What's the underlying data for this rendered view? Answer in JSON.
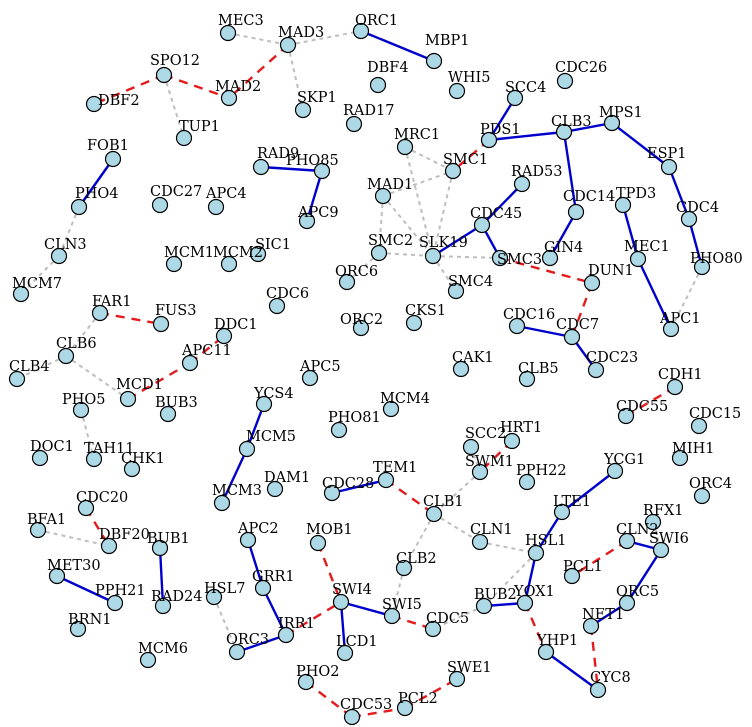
{
  "graph": {
    "type": "network",
    "style": {
      "node_fill": "#add8e6",
      "node_stroke": "#000000",
      "edge_solid_color": "#0000cd",
      "edge_dashed_red_color": "#e41a1c",
      "edge_dotted_gray_color": "#bebebe"
    },
    "nodes": [
      {
        "id": "MEC3",
        "label": "MEC3"
      },
      {
        "id": "MAD3",
        "label": "MAD3"
      },
      {
        "id": "ORC1",
        "label": "ORC1"
      },
      {
        "id": "MBP1",
        "label": "MBP1"
      },
      {
        "id": "SPO12",
        "label": "SPO12"
      },
      {
        "id": "DBF4",
        "label": "DBF4"
      },
      {
        "id": "CDC26",
        "label": "CDC26"
      },
      {
        "id": "MAD2",
        "label": "MAD2"
      },
      {
        "id": "WHI5",
        "label": "WHI5"
      },
      {
        "id": "SCC4",
        "label": "SCC4"
      },
      {
        "id": "DBF2",
        "label": "DBF2"
      },
      {
        "id": "SKP1",
        "label": "SKP1"
      },
      {
        "id": "TUP1",
        "label": "TUP1"
      },
      {
        "id": "RAD17",
        "label": "RAD17"
      },
      {
        "id": "PDS1",
        "label": "PDS1"
      },
      {
        "id": "CLB3",
        "label": "CLB3"
      },
      {
        "id": "MPS1",
        "label": "MPS1"
      },
      {
        "id": "FOB1",
        "label": "FOB1"
      },
      {
        "id": "MRC1",
        "label": "MRC1"
      },
      {
        "id": "RAD9",
        "label": "RAD9"
      },
      {
        "id": "PHO85",
        "label": "PHO85"
      },
      {
        "id": "SMC1",
        "label": "SMC1"
      },
      {
        "id": "ESP1",
        "label": "ESP1"
      },
      {
        "id": "RAD53",
        "label": "RAD53"
      },
      {
        "id": "PHO4",
        "label": "PHO4"
      },
      {
        "id": "CDC27",
        "label": "CDC27"
      },
      {
        "id": "APC4",
        "label": "APC4"
      },
      {
        "id": "MAD1",
        "label": "MAD1"
      },
      {
        "id": "CDC14",
        "label": "CDC14"
      },
      {
        "id": "TPD3",
        "label": "TPD3"
      },
      {
        "id": "CDC45",
        "label": "CDC45"
      },
      {
        "id": "APC9",
        "label": "APC9"
      },
      {
        "id": "CDC4",
        "label": "CDC4"
      },
      {
        "id": "CLN3",
        "label": "CLN3"
      },
      {
        "id": "SIC1",
        "label": "SIC1"
      },
      {
        "id": "SMC2",
        "label": "SMC2"
      },
      {
        "id": "SLK19",
        "label": "SLK19"
      },
      {
        "id": "GIN4",
        "label": "GIN4"
      },
      {
        "id": "MEC1",
        "label": "MEC1"
      },
      {
        "id": "MCM1",
        "label": "MCM1"
      },
      {
        "id": "MCM2",
        "label": "MCM2"
      },
      {
        "id": "SMC3",
        "label": "SMC3"
      },
      {
        "id": "PHO80",
        "label": "PHO80"
      },
      {
        "id": "ORC6",
        "label": "ORC6"
      },
      {
        "id": "DUN1",
        "label": "DUN1"
      },
      {
        "id": "SMC4",
        "label": "SMC4"
      },
      {
        "id": "MCM7",
        "label": "MCM7"
      },
      {
        "id": "CDC6",
        "label": "CDC6"
      },
      {
        "id": "FAR1",
        "label": "FAR1"
      },
      {
        "id": "FUS3",
        "label": "FUS3"
      },
      {
        "id": "CKS1",
        "label": "CKS1"
      },
      {
        "id": "ORC2",
        "label": "ORC2"
      },
      {
        "id": "CDC16",
        "label": "CDC16"
      },
      {
        "id": "APC1",
        "label": "APC1"
      },
      {
        "id": "DDC1",
        "label": "DDC1"
      },
      {
        "id": "CDC7",
        "label": "CDC7"
      },
      {
        "id": "CLB6",
        "label": "CLB6"
      },
      {
        "id": "APC11",
        "label": "APC11"
      },
      {
        "id": "CAK1",
        "label": "CAK1"
      },
      {
        "id": "CDC23",
        "label": "CDC23"
      },
      {
        "id": "CLB4",
        "label": "CLB4"
      },
      {
        "id": "APC5",
        "label": "APC5"
      },
      {
        "id": "CLB5",
        "label": "CLB5"
      },
      {
        "id": "CDH1",
        "label": "CDH1"
      },
      {
        "id": "MCD1",
        "label": "MCD1"
      },
      {
        "id": "YCS4",
        "label": "YCS4"
      },
      {
        "id": "MCM4",
        "label": "MCM4"
      },
      {
        "id": "PHO5",
        "label": "PHO5"
      },
      {
        "id": "BUB3",
        "label": "BUB3"
      },
      {
        "id": "CDC55",
        "label": "CDC55"
      },
      {
        "id": "CDC15",
        "label": "CDC15"
      },
      {
        "id": "PHO81",
        "label": "PHO81"
      },
      {
        "id": "TAH11",
        "label": "TAH11"
      },
      {
        "id": "MCM5",
        "label": "MCM5"
      },
      {
        "id": "SCC2",
        "label": "SCC2"
      },
      {
        "id": "HRT1",
        "label": "HRT1"
      },
      {
        "id": "DOC1",
        "label": "DOC1"
      },
      {
        "id": "MIH1",
        "label": "MIH1"
      },
      {
        "id": "CHK1",
        "label": "CHK1"
      },
      {
        "id": "DAM1",
        "label": "DAM1"
      },
      {
        "id": "SWM1",
        "label": "SWM1"
      },
      {
        "id": "PPH22",
        "label": "PPH22"
      },
      {
        "id": "YCG1",
        "label": "YCG1"
      },
      {
        "id": "ORC4",
        "label": "ORC4"
      },
      {
        "id": "MCM3",
        "label": "MCM3"
      },
      {
        "id": "TEM1",
        "label": "TEM1"
      },
      {
        "id": "CDC28",
        "label": "CDC28"
      },
      {
        "id": "CDC20",
        "label": "CDC20"
      },
      {
        "id": "CLB1",
        "label": "CLB1"
      },
      {
        "id": "LTE1",
        "label": "LTE1"
      },
      {
        "id": "RFX1",
        "label": "RFX1"
      },
      {
        "id": "BFA1",
        "label": "BFA1"
      },
      {
        "id": "DBF20",
        "label": "DBF20"
      },
      {
        "id": "CLN1",
        "label": "CLN1"
      },
      {
        "id": "HSL1",
        "label": "HSL1"
      },
      {
        "id": "CLN2",
        "label": "CLN2"
      },
      {
        "id": "APC2",
        "label": "APC2"
      },
      {
        "id": "BUB1",
        "label": "BUB1"
      },
      {
        "id": "MOB1",
        "label": "MOB1"
      },
      {
        "id": "SWI6",
        "label": "SWI6"
      },
      {
        "id": "CLB2",
        "label": "CLB2"
      },
      {
        "id": "MET30",
        "label": "MET30"
      },
      {
        "id": "GRR1",
        "label": "GRR1"
      },
      {
        "id": "PCL1",
        "label": "PCL1"
      },
      {
        "id": "PPH21",
        "label": "PPH21"
      },
      {
        "id": "HSL7",
        "label": "HSL7"
      },
      {
        "id": "RAD24",
        "label": "RAD24"
      },
      {
        "id": "SWI4",
        "label": "SWI4"
      },
      {
        "id": "SWI5",
        "label": "SWI5"
      },
      {
        "id": "BUB2",
        "label": "BUB2"
      },
      {
        "id": "YOX1",
        "label": "YOX1"
      },
      {
        "id": "ORC5",
        "label": "ORC5"
      },
      {
        "id": "BRN1",
        "label": "BRN1"
      },
      {
        "id": "IRR1",
        "label": "IRR1"
      },
      {
        "id": "CDC5",
        "label": "CDC5"
      },
      {
        "id": "NET1",
        "label": "NET1"
      },
      {
        "id": "MCM6",
        "label": "MCM6"
      },
      {
        "id": "ORC3",
        "label": "ORC3"
      },
      {
        "id": "LCD1",
        "label": "LCD1"
      },
      {
        "id": "YHP1",
        "label": "YHP1"
      },
      {
        "id": "PHO2",
        "label": "PHO2"
      },
      {
        "id": "SWE1",
        "label": "SWE1"
      },
      {
        "id": "CYC8",
        "label": "CYC8"
      },
      {
        "id": "CDC53",
        "label": "CDC53"
      },
      {
        "id": "PCL2",
        "label": "PCL2"
      }
    ],
    "edges": [
      {
        "source": "ORC1",
        "target": "MBP1",
        "style": "solid"
      },
      {
        "source": "SPO12",
        "target": "MAD2",
        "style": "dashed-red"
      },
      {
        "source": "MAD3",
        "target": "MAD2",
        "style": "dashed-red"
      },
      {
        "source": "SPO12",
        "target": "DBF2",
        "style": "dashed-red"
      },
      {
        "source": "MEC3",
        "target": "MAD3",
        "style": "dotted-gray"
      },
      {
        "source": "MAD3",
        "target": "ORC1",
        "style": "dotted-gray"
      },
      {
        "source": "MAD3",
        "target": "SKP1",
        "style": "dotted-gray"
      },
      {
        "source": "SPO12",
        "target": "TUP1",
        "style": "dotted-gray"
      },
      {
        "source": "FOB1",
        "target": "PHO4",
        "style": "solid"
      },
      {
        "source": "PHO4",
        "target": "CLN3",
        "style": "dotted-gray"
      },
      {
        "source": "CLN3",
        "target": "MCM7",
        "style": "dotted-gray"
      },
      {
        "source": "RAD9",
        "target": "PHO85",
        "style": "solid"
      },
      {
        "source": "PHO85",
        "target": "APC9",
        "style": "solid"
      },
      {
        "source": "SCC4",
        "target": "PDS1",
        "style": "solid"
      },
      {
        "source": "PDS1",
        "target": "CLB3",
        "style": "solid"
      },
      {
        "source": "CLB3",
        "target": "MPS1",
        "style": "solid"
      },
      {
        "source": "MPS1",
        "target": "ESP1",
        "style": "solid"
      },
      {
        "source": "ESP1",
        "target": "CDC4",
        "style": "solid"
      },
      {
        "source": "CDC4",
        "target": "PHO80",
        "style": "solid"
      },
      {
        "source": "PHO80",
        "target": "APC1",
        "style": "dotted-gray"
      },
      {
        "source": "PDS1",
        "target": "SMC1",
        "style": "dashed-red"
      },
      {
        "source": "CLB3",
        "target": "CDC14",
        "style": "solid"
      },
      {
        "source": "CDC14",
        "target": "GIN4",
        "style": "solid"
      },
      {
        "source": "TPD3",
        "target": "MEC1",
        "style": "solid"
      },
      {
        "source": "MEC1",
        "target": "APC1",
        "style": "solid"
      },
      {
        "source": "RAD53",
        "target": "CDC45",
        "style": "solid"
      },
      {
        "source": "CDC45",
        "target": "SLK19",
        "style": "solid"
      },
      {
        "source": "CDC45",
        "target": "SMC3",
        "style": "solid"
      },
      {
        "source": "SMC3",
        "target": "DUN1",
        "style": "dashed-red"
      },
      {
        "source": "DUN1",
        "target": "CDC7",
        "style": "dashed-red"
      },
      {
        "source": "CDC16",
        "target": "CDC7",
        "style": "solid"
      },
      {
        "source": "CDC7",
        "target": "CDC23",
        "style": "solid"
      },
      {
        "source": "MRC1",
        "target": "SMC1",
        "style": "dotted-gray"
      },
      {
        "source": "MAD1",
        "target": "SMC1",
        "style": "dotted-gray"
      },
      {
        "source": "SMC1",
        "target": "SLK19",
        "style": "dotted-gray"
      },
      {
        "source": "MAD1",
        "target": "SMC2",
        "style": "dotted-gray"
      },
      {
        "source": "MAD1",
        "target": "SLK19",
        "style": "dotted-gray"
      },
      {
        "source": "MRC1",
        "target": "SLK19",
        "style": "dotted-gray"
      },
      {
        "source": "SMC2",
        "target": "SLK19",
        "style": "dotted-gray"
      },
      {
        "source": "SMC2",
        "target": "ORC6",
        "style": "dotted-gray"
      },
      {
        "source": "SLK19",
        "target": "SMC4",
        "style": "dotted-gray"
      },
      {
        "source": "SLK19",
        "target": "SMC3",
        "style": "dotted-gray"
      },
      {
        "source": "FAR1",
        "target": "FUS3",
        "style": "dashed-red"
      },
      {
        "source": "FAR1",
        "target": "CLB6",
        "style": "dotted-gray"
      },
      {
        "source": "CLB6",
        "target": "CLB4",
        "style": "dotted-gray"
      },
      {
        "source": "CLB6",
        "target": "MCD1",
        "style": "dotted-gray"
      },
      {
        "source": "MCD1",
        "target": "APC11",
        "style": "dashed-red"
      },
      {
        "source": "APC11",
        "target": "DDC1",
        "style": "dashed-red"
      },
      {
        "source": "CDC55",
        "target": "CDH1",
        "style": "dashed-red"
      },
      {
        "source": "YCS4",
        "target": "MCM5",
        "style": "solid"
      },
      {
        "source": "MCM5",
        "target": "MCM3",
        "style": "solid"
      },
      {
        "source": "PHO5",
        "target": "TAH11",
        "style": "dotted-gray"
      },
      {
        "source": "HRT1",
        "target": "SWM1",
        "style": "dashed-red"
      },
      {
        "source": "SCC2",
        "target": "SWM1",
        "style": "dotted-gray"
      },
      {
        "source": "CDC28",
        "target": "TEM1",
        "style": "solid"
      },
      {
        "source": "TEM1",
        "target": "CLB1",
        "style": "dashed-red"
      },
      {
        "source": "SWM1",
        "target": "CLB1",
        "style": "dotted-gray"
      },
      {
        "source": "CLB1",
        "target": "CLN1",
        "style": "dotted-gray"
      },
      {
        "source": "CLB1",
        "target": "CLB2",
        "style": "dotted-gray"
      },
      {
        "source": "CLB2",
        "target": "SWI5",
        "style": "dotted-gray"
      },
      {
        "source": "CDC20",
        "target": "DBF20",
        "style": "dashed-red"
      },
      {
        "source": "LTE1",
        "target": "YCG1",
        "style": "solid"
      },
      {
        "source": "LTE1",
        "target": "HSL1",
        "style": "solid"
      },
      {
        "source": "HSL1",
        "target": "YOX1",
        "style": "solid"
      },
      {
        "source": "CLN1",
        "target": "HSL1",
        "style": "dotted-gray"
      },
      {
        "source": "HSL1",
        "target": "BUB2",
        "style": "dotted-gray"
      },
      {
        "source": "CLN2",
        "target": "SWI6",
        "style": "solid"
      },
      {
        "source": "SWI6",
        "target": "ORC5",
        "style": "solid"
      },
      {
        "source": "ORC5",
        "target": "NET1",
        "style": "solid"
      },
      {
        "source": "CLN2",
        "target": "PCL1",
        "style": "dashed-red"
      },
      {
        "source": "RFX1",
        "target": "SWI6",
        "style": "dotted-gray"
      },
      {
        "source": "NET1",
        "target": "CYC8",
        "style": "dashed-red"
      },
      {
        "source": "YOX1",
        "target": "YHP1",
        "style": "dashed-red"
      },
      {
        "source": "YHP1",
        "target": "CYC8",
        "style": "solid"
      },
      {
        "source": "BUB2",
        "target": "YOX1",
        "style": "solid"
      },
      {
        "source": "BUB2",
        "target": "CDC5",
        "style": "dotted-gray"
      },
      {
        "source": "BFA1",
        "target": "DBF20",
        "style": "dotted-gray"
      },
      {
        "source": "MET30",
        "target": "PPH21",
        "style": "solid"
      },
      {
        "source": "BUB1",
        "target": "RAD24",
        "style": "solid"
      },
      {
        "source": "APC2",
        "target": "GRR1",
        "style": "solid"
      },
      {
        "source": "GRR1",
        "target": "IRR1",
        "style": "solid"
      },
      {
        "source": "IRR1",
        "target": "ORC3",
        "style": "solid"
      },
      {
        "source": "HSL7",
        "target": "ORC3",
        "style": "dotted-gray"
      },
      {
        "source": "IRR1",
        "target": "SWI4",
        "style": "dashed-red"
      },
      {
        "source": "MOB1",
        "target": "SWI4",
        "style": "dashed-red"
      },
      {
        "source": "SWI4",
        "target": "SWI5",
        "style": "solid"
      },
      {
        "source": "SWI4",
        "target": "LCD1",
        "style": "solid"
      },
      {
        "source": "SWI5",
        "target": "CDC5",
        "style": "dashed-red"
      },
      {
        "source": "PHO2",
        "target": "CDC53",
        "style": "dashed-red"
      },
      {
        "source": "CDC53",
        "target": "PCL2",
        "style": "dashed-red"
      },
      {
        "source": "PCL2",
        "target": "SWE1",
        "style": "dashed-red"
      }
    ]
  }
}
